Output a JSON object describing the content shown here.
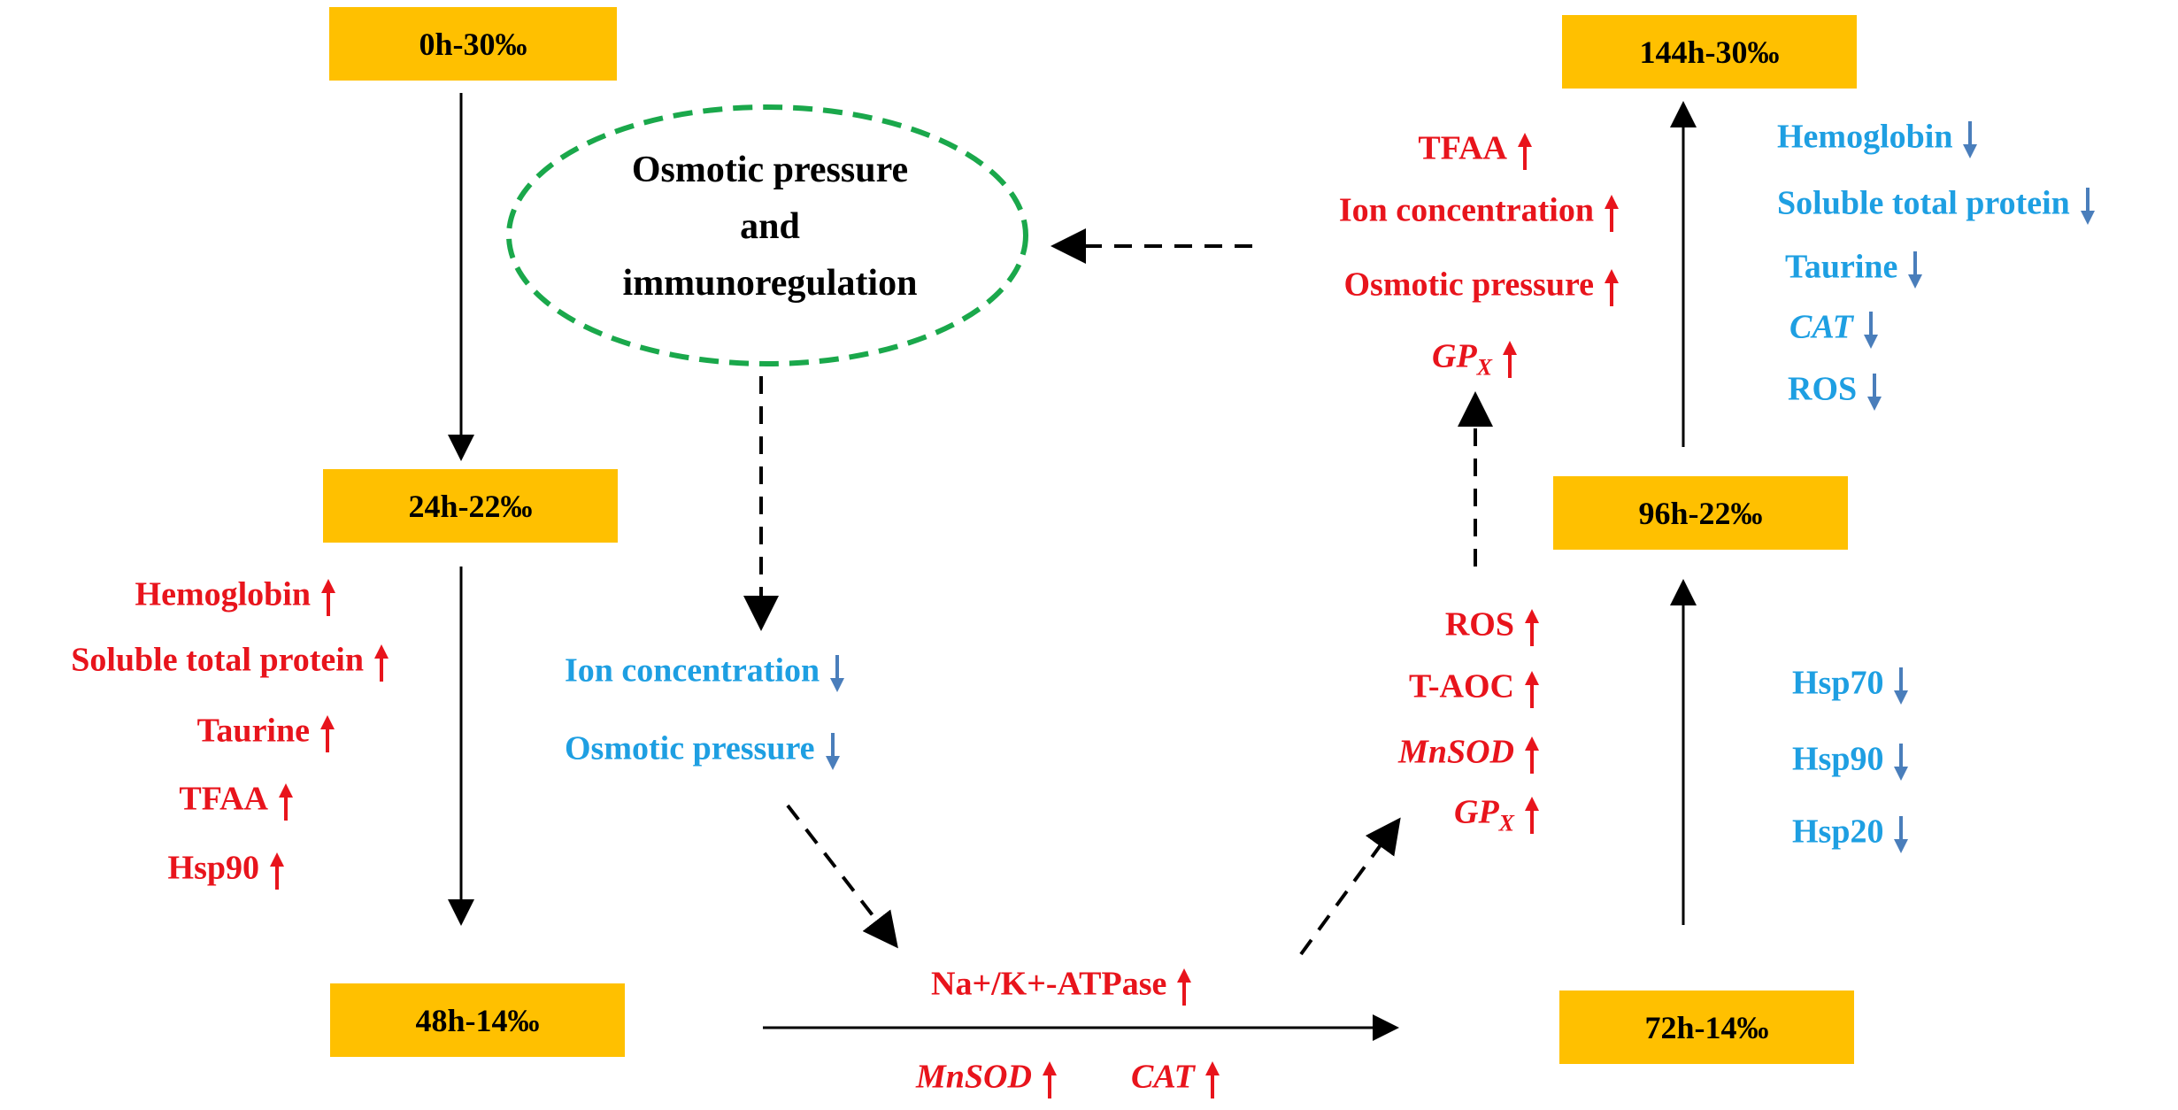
{
  "colors": {
    "stage_fill": "#FFC000",
    "increase": "#E8141C",
    "decrease": "#1E9FE2",
    "decrease_arrow": "#4A7EBB",
    "ellipse_border": "#1AA84B",
    "arrow": "#000000"
  },
  "stages": {
    "s0": "0h-30‰",
    "s24": "24h-22‰",
    "s48": "48h-14‰",
    "s72": "72h-14‰",
    "s96": "96h-22‰",
    "s144": "144h-30‰"
  },
  "center": {
    "line1": "Osmotic pressure",
    "line2": "and",
    "line3": "immunoregulation"
  },
  "group_24h": [
    "Hemoglobin",
    "Soluble total protein",
    "Taurine",
    "TFAA",
    "Hsp90"
  ],
  "group_mid": [
    "Ion concentration",
    "Osmotic pressure"
  ],
  "group_bottom": {
    "top": "Na+/K+-ATPase",
    "left": "MnSOD",
    "right": "CAT"
  },
  "group_72h": [
    "ROS",
    "T-AOC",
    "MnSOD",
    "GP",
    "X"
  ],
  "group_96h_up": [
    "TFAA",
    "Ion concentration",
    "Osmotic pressure",
    "GP",
    "X"
  ],
  "group_144h_down": [
    "Hemoglobin",
    "Soluble total protein",
    "Taurine",
    "CAT",
    "ROS"
  ],
  "group_hsp_down": [
    "Hsp70",
    "Hsp90",
    "Hsp20"
  ]
}
